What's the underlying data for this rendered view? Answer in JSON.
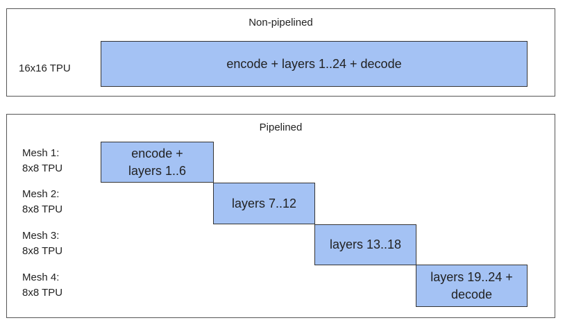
{
  "colors": {
    "block_fill": "#a4c2f4",
    "block_border": "#333333",
    "panel_border": "#555555"
  },
  "non_pipelined": {
    "title": "Non-pipelined",
    "row_label": "16x16 TPU",
    "block_label": "encode + layers 1..24 + decode"
  },
  "pipelined": {
    "title": "Pipelined",
    "rows": [
      {
        "label": "Mesh 1:\n8x8 TPU",
        "block_label": "encode +\nlayers 1..6"
      },
      {
        "label": "Mesh 2:\n8x8 TPU",
        "block_label": "layers 7..12"
      },
      {
        "label": "Mesh 3:\n8x8 TPU",
        "block_label": "layers 13..18"
      },
      {
        "label": "Mesh 4:\n8x8 TPU",
        "block_label": "layers 19..24 +\ndecode"
      }
    ]
  }
}
